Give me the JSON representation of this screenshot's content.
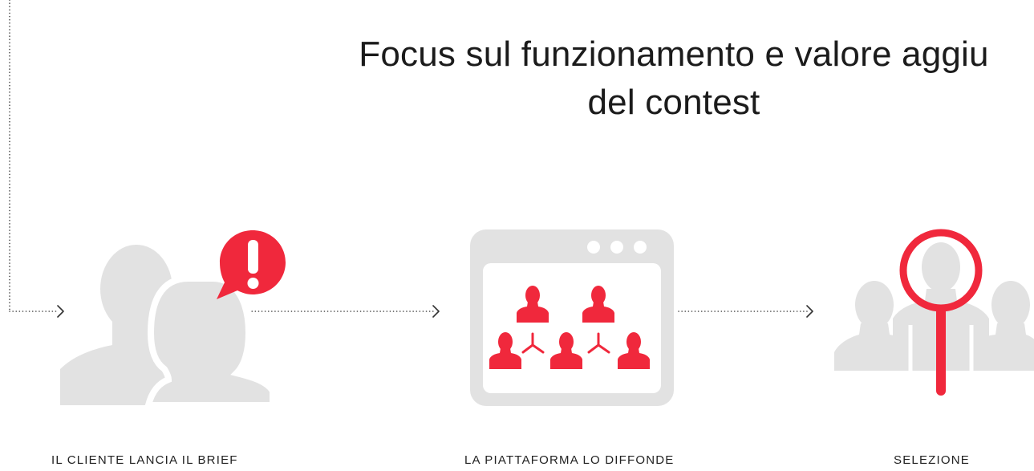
{
  "title": {
    "line1": "Focus sul funzionamento e valore aggiu",
    "line2": "del contest"
  },
  "steps": [
    {
      "label": "IL CLIENTE LANCIA IL BRIEF",
      "icon": "client-alert-icon"
    },
    {
      "label": "LA PIATTAFORMA LO DIFFONDE",
      "icon": "platform-network-icon"
    },
    {
      "label": "SELEZIONE",
      "icon": "magnifier-selection-icon"
    }
  ],
  "colors": {
    "accent": "#f0283c",
    "icon_gray": "#e2e2e2",
    "text": "#1b1b1b",
    "connector": "#444444"
  }
}
